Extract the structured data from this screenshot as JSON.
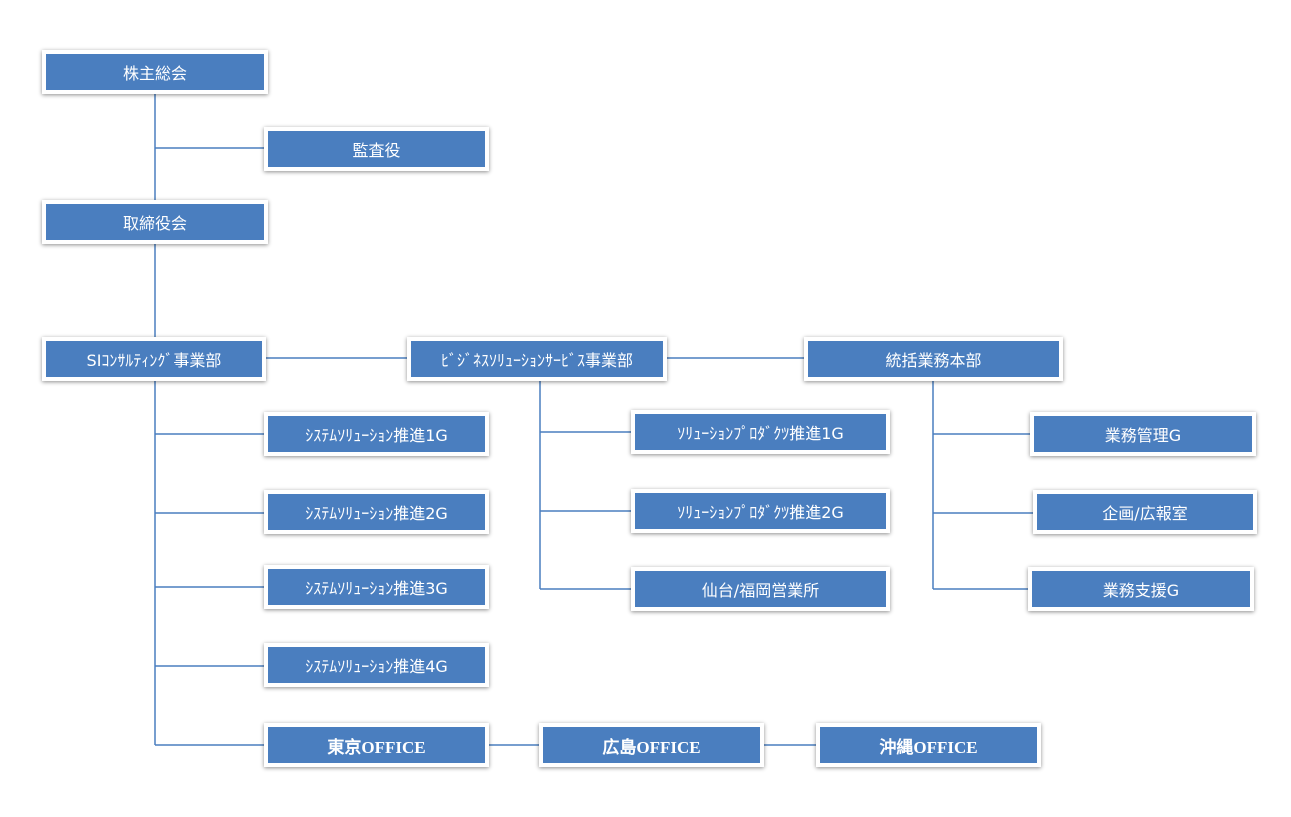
{
  "org_chart": {
    "nodes": {
      "shareholders": "株主総会",
      "auditor": "監査役",
      "board": "取締役会",
      "si_consulting": "SIｺﾝｻﾙﾃｨﾝｸﾞ事業部",
      "business_solution": "ﾋﾞｼﾞﾈｽｿﾘｭｰｼｮﾝｻｰﾋﾞｽ事業部",
      "general_affairs": "統括業務本部",
      "sys_sol_1g": "ｼｽﾃﾑｿﾘｭｰｼｮﾝ推進1G",
      "sys_sol_2g": "ｼｽﾃﾑｿﾘｭｰｼｮﾝ推進2G",
      "sys_sol_3g": "ｼｽﾃﾑｿﾘｭｰｼｮﾝ推進3G",
      "sys_sol_4g": "ｼｽﾃﾑｿﾘｭｰｼｮﾝ推進4G",
      "tokyo_office": "東京OFFICE",
      "hiroshima_office": "広島OFFICE",
      "okinawa_office": "沖縄OFFICE",
      "sol_prod_1g": "ｿﾘｭｰｼｮﾝﾌﾟﾛﾀﾞｸﾂ推進1G",
      "sol_prod_2g": "ｿﾘｭｰｼｮﾝﾌﾟﾛﾀﾞｸﾂ推進2G",
      "sendai_fukuoka": "仙台/福岡営業所",
      "biz_mgmt_g": "業務管理G",
      "planning_pr": "企画/広報室",
      "biz_support_g": "業務支援G"
    }
  },
  "colors": {
    "box_fill": "#4a7ebf",
    "line": "#4a7ebf",
    "text": "#ffffff"
  }
}
